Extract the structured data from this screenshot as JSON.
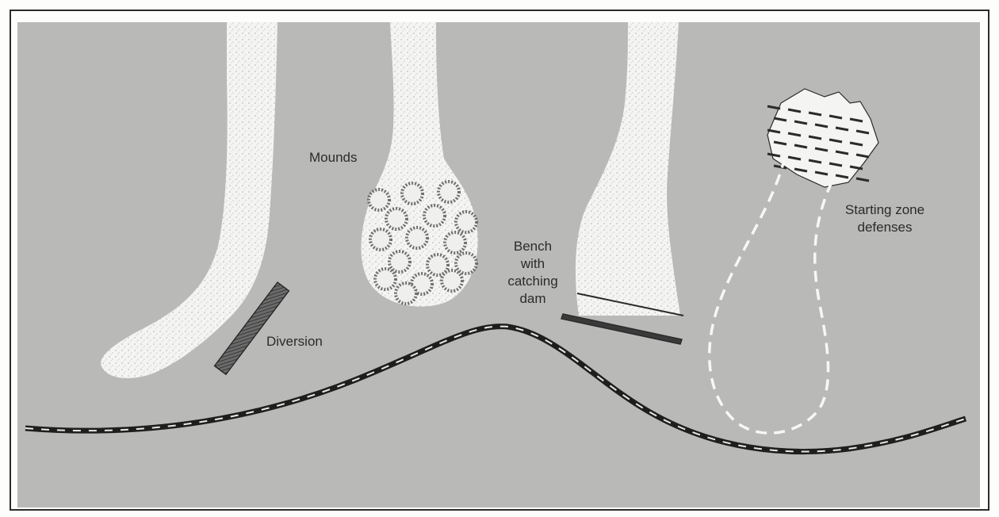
{
  "labels": {
    "mounds": "Mounds",
    "diversion": "Diversion",
    "bench_line1": "Bench",
    "bench_line2": "with",
    "bench_line3": "catching",
    "bench_line4": "dam",
    "starting_line1": "Starting zone",
    "starting_line2": "defenses"
  },
  "colors": {
    "background": "#b9b9b7",
    "avalanche": "#f7f7f5",
    "ink": "#2b2b2b",
    "stipple": "#6e6e6e"
  }
}
